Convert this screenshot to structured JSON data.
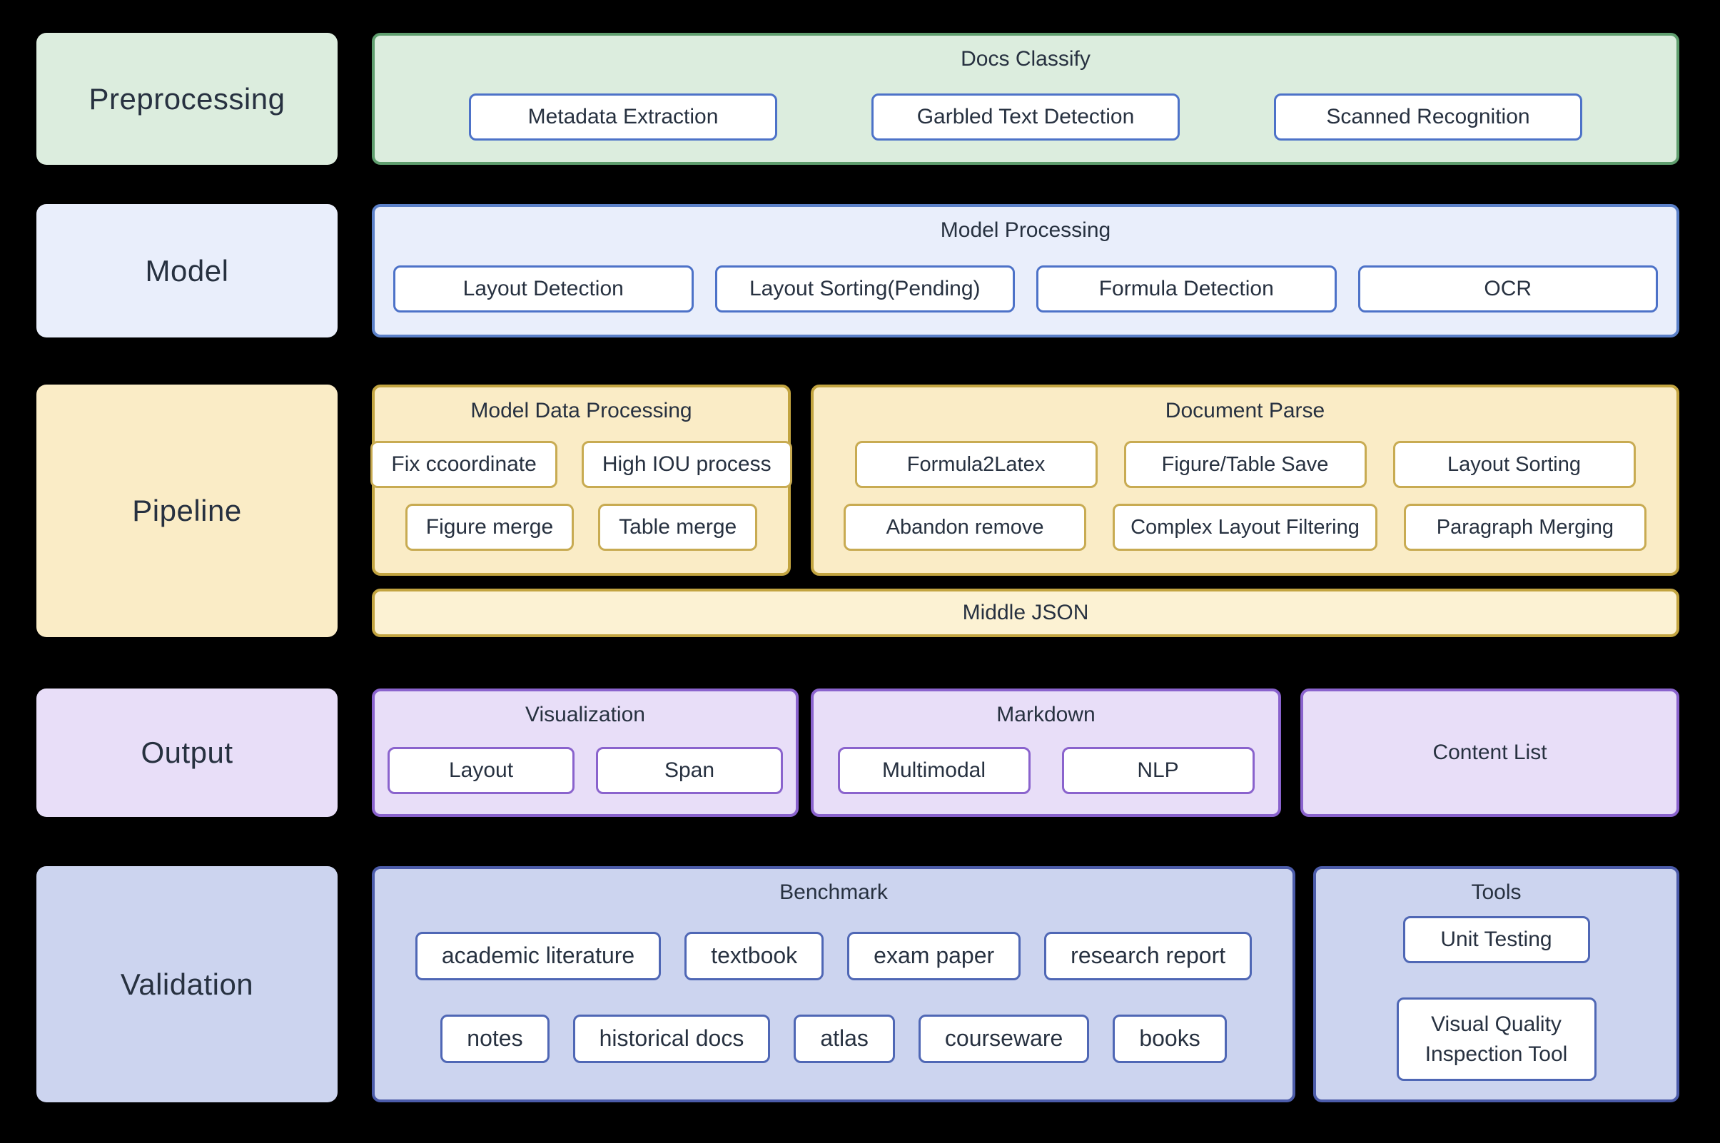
{
  "colors": {
    "background": "#000000",
    "text": "#273140",
    "button_fill": "#ffffff",
    "green_fill": "#dcedde",
    "green_border": "#5f9e6e",
    "blue_btn_border": "#4d72c8",
    "blue_fill": "#e9eefb",
    "blue_border": "#5b80c8",
    "yellow_fill": "#faecc6",
    "yellow_border": "#c2a440",
    "yellow_btn_border": "#c8ab52",
    "middle_json_fill": "#fcf2d3",
    "purple_fill": "#e8def8",
    "purple_border": "#8a63cd",
    "periwinkle_fill": "#ccd4ef",
    "periwinkle_border": "#4c5caa",
    "periwinkle_btn_border": "#4f67b5"
  },
  "stages": [
    {
      "label": "Preprocessing",
      "docs_classify": {
        "title": "Docs Classify",
        "buttons": [
          "Metadata Extraction",
          "Garbled Text Detection",
          "Scanned Recognition"
        ]
      }
    },
    {
      "label": "Model",
      "model_processing": {
        "title": "Model Processing",
        "buttons": [
          "Layout Detection",
          "Layout Sorting(Pending)",
          "Formula Detection",
          "OCR"
        ]
      }
    },
    {
      "label": "Pipeline",
      "model_data_processing": {
        "title": "Model Data Processing",
        "rows": [
          [
            "Fix ccoordinate",
            "High IOU process"
          ],
          [
            "Figure merge",
            "Table merge"
          ]
        ]
      },
      "document_parse": {
        "title": "Document Parse",
        "rows": [
          [
            "Formula2Latex",
            "Figure/Table Save",
            "Layout Sorting"
          ],
          [
            "Abandon remove",
            "Complex Layout Filtering",
            "Paragraph Merging"
          ]
        ]
      },
      "middle_json": {
        "title": "Middle JSON"
      }
    },
    {
      "label": "Output",
      "visualization": {
        "title": "Visualization",
        "buttons": [
          "Layout",
          "Span"
        ]
      },
      "markdown": {
        "title": "Markdown",
        "buttons": [
          "Multimodal",
          "NLP"
        ]
      },
      "content_list": {
        "title": "Content List"
      }
    },
    {
      "label": "Validation",
      "benchmark": {
        "title": "Benchmark",
        "rows": [
          [
            "academic literature",
            "textbook",
            "exam paper",
            "research report"
          ],
          [
            "notes",
            "historical docs",
            "atlas",
            "courseware",
            "books"
          ]
        ]
      },
      "tools": {
        "title": "Tools",
        "buttons": [
          "Unit Testing",
          "Visual Quality Inspection Tool"
        ]
      }
    }
  ]
}
